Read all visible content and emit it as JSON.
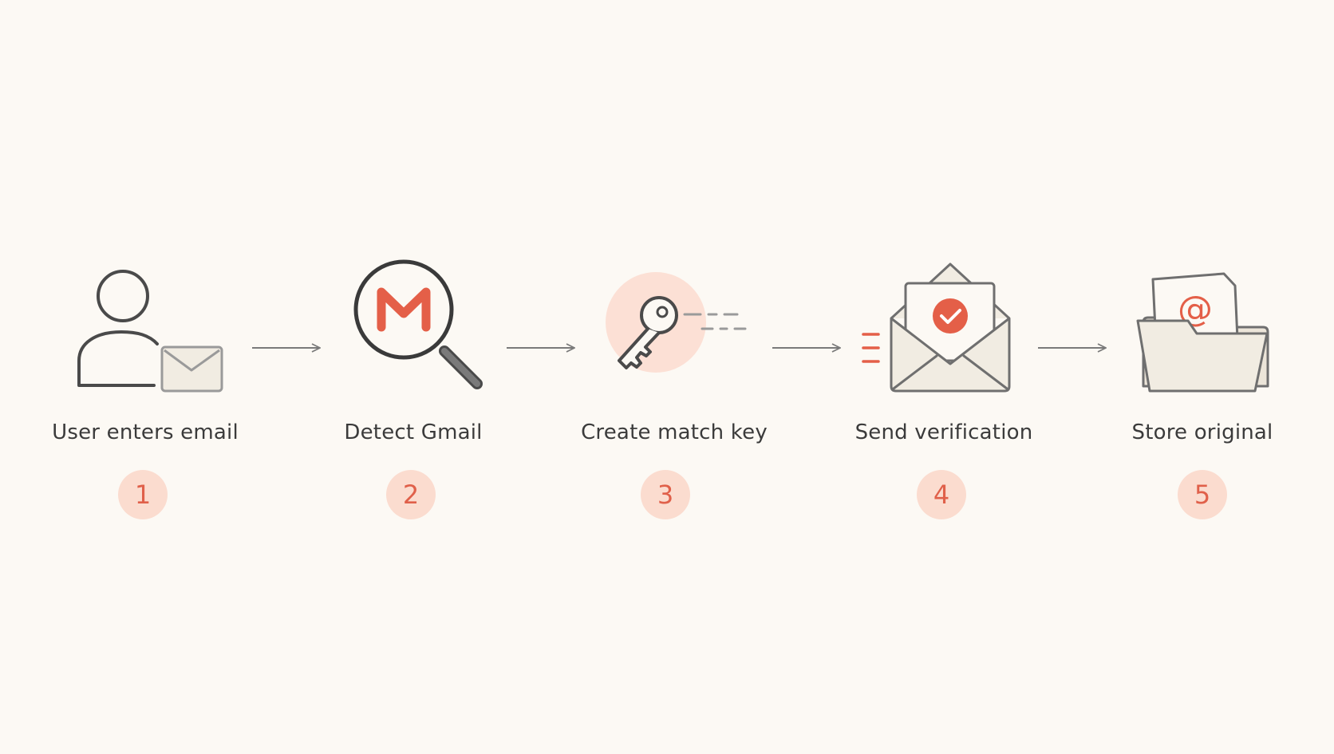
{
  "colors": {
    "background": "#fcf9f4",
    "accent": "#e45f48",
    "accent_soft": "#fbdccf",
    "line": "#4a4a4a",
    "fill": "#f1ece2",
    "text": "#3b3b3b"
  },
  "steps": [
    {
      "number": "1",
      "label": "User enters email",
      "icon": "user-with-envelope-icon"
    },
    {
      "number": "2",
      "label": "Detect Gmail",
      "icon": "gmail-magnifier-icon"
    },
    {
      "number": "3",
      "label": "Create match key",
      "icon": "key-icon"
    },
    {
      "number": "4",
      "label": "Send verification",
      "icon": "envelope-check-icon"
    },
    {
      "number": "5",
      "label": "Store original",
      "icon": "folder-at-icon"
    }
  ]
}
